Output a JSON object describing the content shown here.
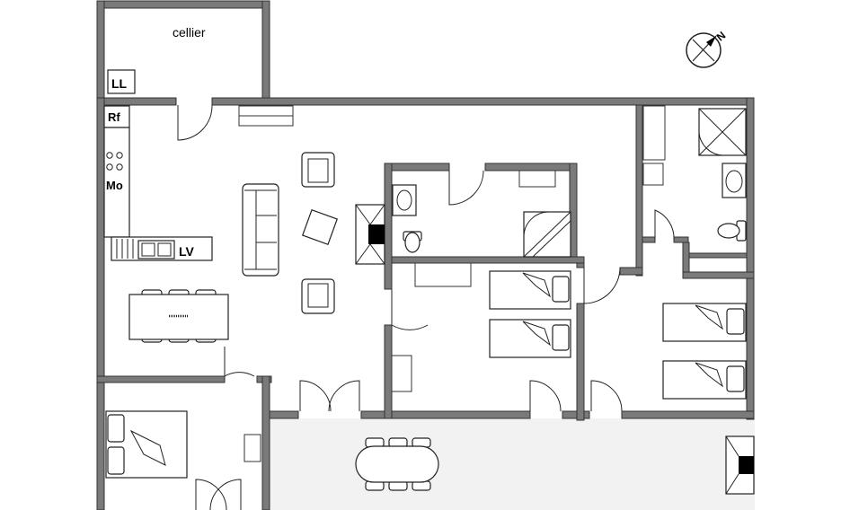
{
  "plan": {
    "rooms": {
      "cellier": "cellier"
    },
    "appliances": {
      "laundry": "LL",
      "fridge": "Rf",
      "microwave": "Mo",
      "dishwasher": "LV"
    },
    "compass_letter": "N"
  }
}
